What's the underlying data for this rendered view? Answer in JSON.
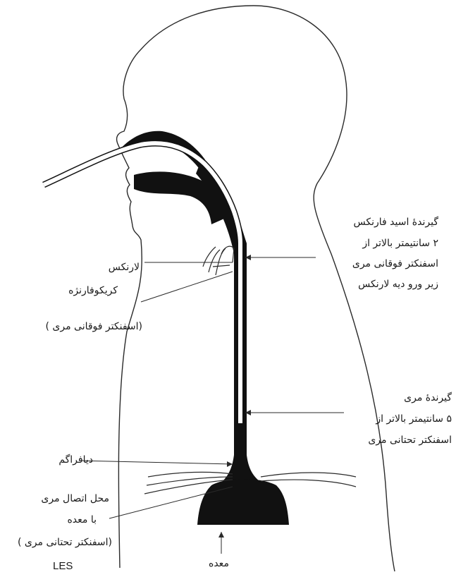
{
  "labels": {
    "pharyngeal_sensor": [
      "گیرندهٔ اسید فارنکس",
      "۲ سانتیمتر بالاتر از",
      "اسفنکتر فوقانی مری",
      "زیر ورو دیه لارنکس"
    ],
    "larynx": "لارنکس",
    "cricopharyngeus": "کریکوفارنژه",
    "ues": "(اسفنکتر فوقانی مری )",
    "esophageal_sensor": [
      "گیرندهٔ مری",
      "۵ سانتیمتر بالاتر از",
      "اسفنکتر تحتانی مری"
    ],
    "diaphragm": "دیافراگم",
    "gej": [
      "محل اتصال مری",
      "با معده",
      "(اسفنکتر تحتانی مری )"
    ],
    "les": "LES",
    "stomach": "معده"
  },
  "colors": {
    "ink": "#111111",
    "outline": "#2a2a2a",
    "background": "#ffffff"
  }
}
